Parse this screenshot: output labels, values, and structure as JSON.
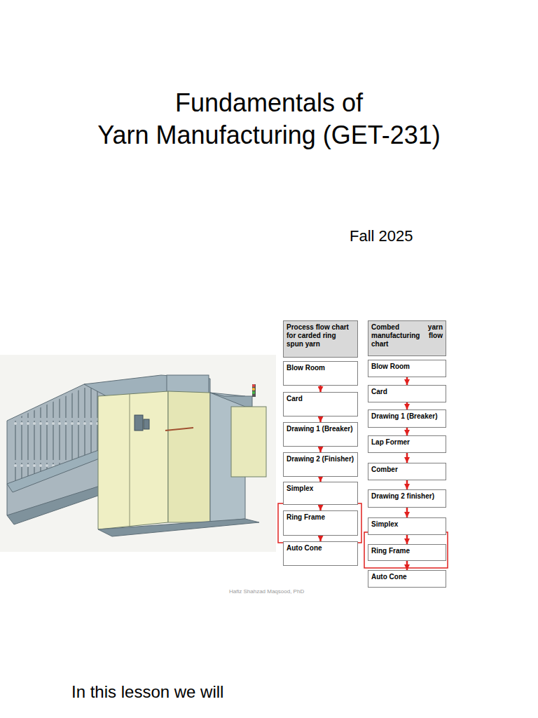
{
  "diagram": {
    "title": "Fundamentals of Yarn Manufacturing (GET-231)",
    "nodes": [
      {
        "text": [
          "Process flow chart for carded ring spun yarn"
        ]
      },
      {
        "text": [
          "Blow Room"
        ]
      },
      {
        "text": [
          "Card"
        ]
      },
      {
        "text": [
          "Drawing 1 (Breaker)"
        ]
      },
      {
        "text": [
          "Drawing 2 (Finisher)"
        ]
      },
      {
        "text": [
          "Simplex"
        ]
      },
      {
        "text": [
          "Ring Frame"
        ]
      },
      {
        "text": [
          "Auto Cone"
        ]
      },
      {
        "text": [
          "Combed yarn manufacturing flow chart"
        ]
      },
      {
        "text": [
          "Blow Room"
        ]
      },
      {
        "text": [
          "Card"
        ]
      },
      {
        "text": [
          "Drawing 1 (Breaker)"
        ]
      },
      {
        "text": [
          "Lap Former"
        ]
      },
      {
        "text": [
          "Comber"
        ]
      },
      {
        "text": [
          "Drawing 2 finisher)"
        ]
      },
      {
        "text": [
          "Simplex"
        ]
      },
      {
        "text": [
          "Ring Frame"
        ]
      },
      {
        "text": [
          "Auto Cone"
        ]
      }
    ],
    "edges": [
      {
        "from": 1,
        "to": 2,
        "arrow": "to"
      },
      {
        "from": 2,
        "to": 3,
        "arrow": "to"
      },
      {
        "from": 3,
        "to": 4,
        "arrow": "to"
      },
      {
        "from": 4,
        "to": 5,
        "arrow": "to"
      },
      {
        "from": 5,
        "to": 6,
        "arrow": "to"
      },
      {
        "from": 6,
        "to": 7,
        "arrow": "to"
      },
      {
        "from": 9,
        "to": 10,
        "arrow": "to"
      },
      {
        "from": 10,
        "to": 11,
        "arrow": "to"
      },
      {
        "from": 11,
        "to": 12,
        "arrow": "to"
      },
      {
        "from": 12,
        "to": 13,
        "arrow": "to"
      },
      {
        "from": 13,
        "to": 14,
        "arrow": "to"
      },
      {
        "from": 14,
        "to": 15,
        "arrow": "to"
      },
      {
        "from": 15,
        "to": 16,
        "arrow": "to"
      },
      {
        "from": 16,
        "to": 17,
        "arrow": "to"
      }
    ],
    "labels": [
      "Fall 2025",
      "Hafiz Shahzad Maqsood, PhD",
      "In this lesson we will"
    ]
  }
}
